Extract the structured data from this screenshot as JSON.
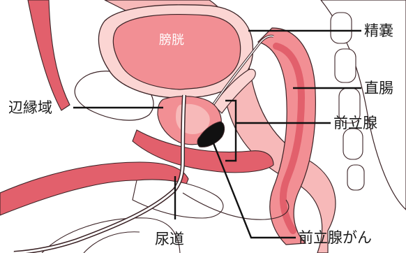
{
  "labels": {
    "bladder": "膀胱",
    "seminal_vesicle": "精嚢",
    "rectum": "直腸",
    "peripheral_zone": "辺縁域",
    "prostate": "前立腺",
    "urethra": "尿道",
    "prostate_cancer": "前立腺がん"
  },
  "colors": {
    "outline": "#3b2326",
    "tissue_red": "#e2606c",
    "organ_pink": "#f28f94",
    "light_pink": "#f7b9b9",
    "pale_pink": "#fbd5d3",
    "cancer": "#111111",
    "leader": "#111111"
  }
}
